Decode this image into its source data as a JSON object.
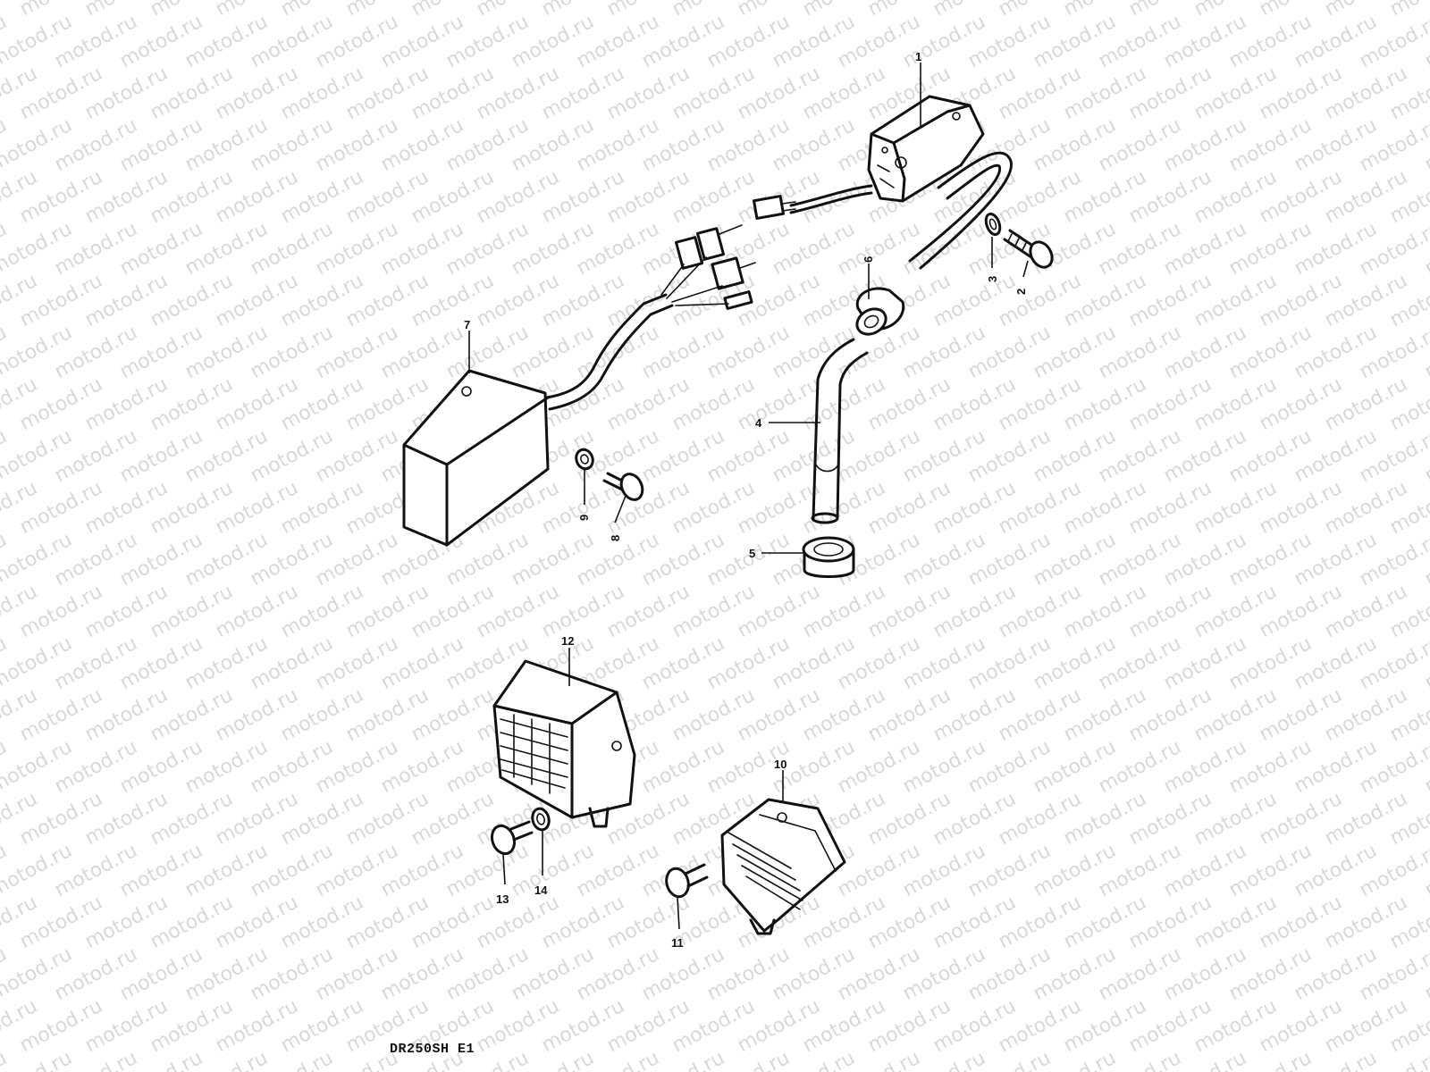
{
  "watermark": {
    "text": "motod.ru"
  },
  "diagram": {
    "model_code": "DR250SH E1",
    "callouts": [
      "1",
      "2",
      "3",
      "4",
      "5",
      "6",
      "7",
      "8",
      "9",
      "10",
      "11",
      "12",
      "13",
      "14"
    ]
  },
  "colors": {
    "ink": "#111111",
    "background": "#ffffff",
    "watermark": "#d8d8d8"
  }
}
